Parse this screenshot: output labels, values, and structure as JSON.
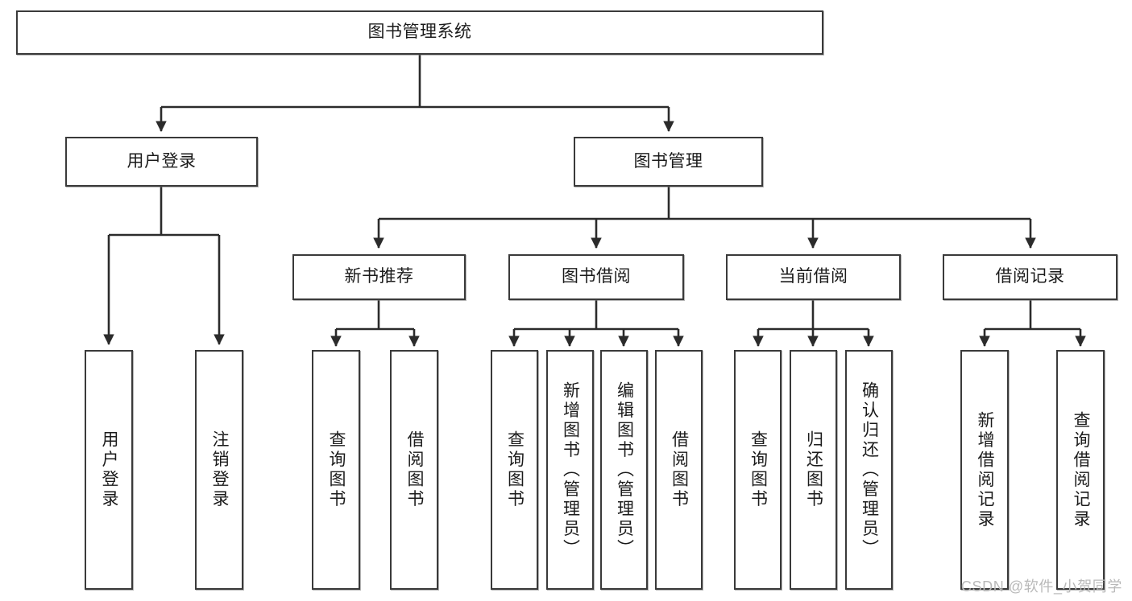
{
  "diagram": {
    "title": "图书管理系统",
    "type": "tree",
    "colors": {
      "box_border": "#3a3a3a",
      "box_fill": "#ffffff",
      "edge": "#2b2b2b",
      "text": "#1b1b1b",
      "watermark": "#b9b9b9"
    },
    "watermark": "CSDN @软件_小贺同学",
    "nodes": {
      "root": {
        "label": "图书管理系统"
      },
      "level2": [
        {
          "id": "user-login",
          "label": "用户登录"
        },
        {
          "id": "book-manage",
          "label": "图书管理"
        }
      ],
      "level3": [
        {
          "id": "new-book-recommend",
          "label": "新书推荐"
        },
        {
          "id": "book-borrow",
          "label": "图书借阅"
        },
        {
          "id": "current-borrow",
          "label": "当前借阅"
        },
        {
          "id": "borrow-record",
          "label": "借阅记录"
        }
      ],
      "leaves": {
        "user_login": [
          {
            "id": "login",
            "label": "用户登录"
          },
          {
            "id": "logout",
            "label": "注销登录"
          }
        ],
        "new_book_recommend": [
          {
            "id": "query-book-1",
            "label": "查询图书"
          },
          {
            "id": "borrow-book-1",
            "label": "借阅图书"
          }
        ],
        "book_borrow": [
          {
            "id": "query-book-2",
            "label": "查询图书"
          },
          {
            "id": "add-book",
            "label": "新增图书（管理员）"
          },
          {
            "id": "edit-book",
            "label": "编辑图书（管理员）"
          },
          {
            "id": "borrow-book-2",
            "label": "借阅图书"
          }
        ],
        "current_borrow": [
          {
            "id": "query-book-3",
            "label": "查询图书"
          },
          {
            "id": "return-book",
            "label": "归还图书"
          },
          {
            "id": "confirm-return",
            "label": "确认归还（管理员）"
          }
        ],
        "borrow_record": [
          {
            "id": "add-borrow-record",
            "label": "新增借阅记录"
          },
          {
            "id": "query-borrow-record",
            "label": "查询借阅记录"
          }
        ]
      }
    }
  }
}
